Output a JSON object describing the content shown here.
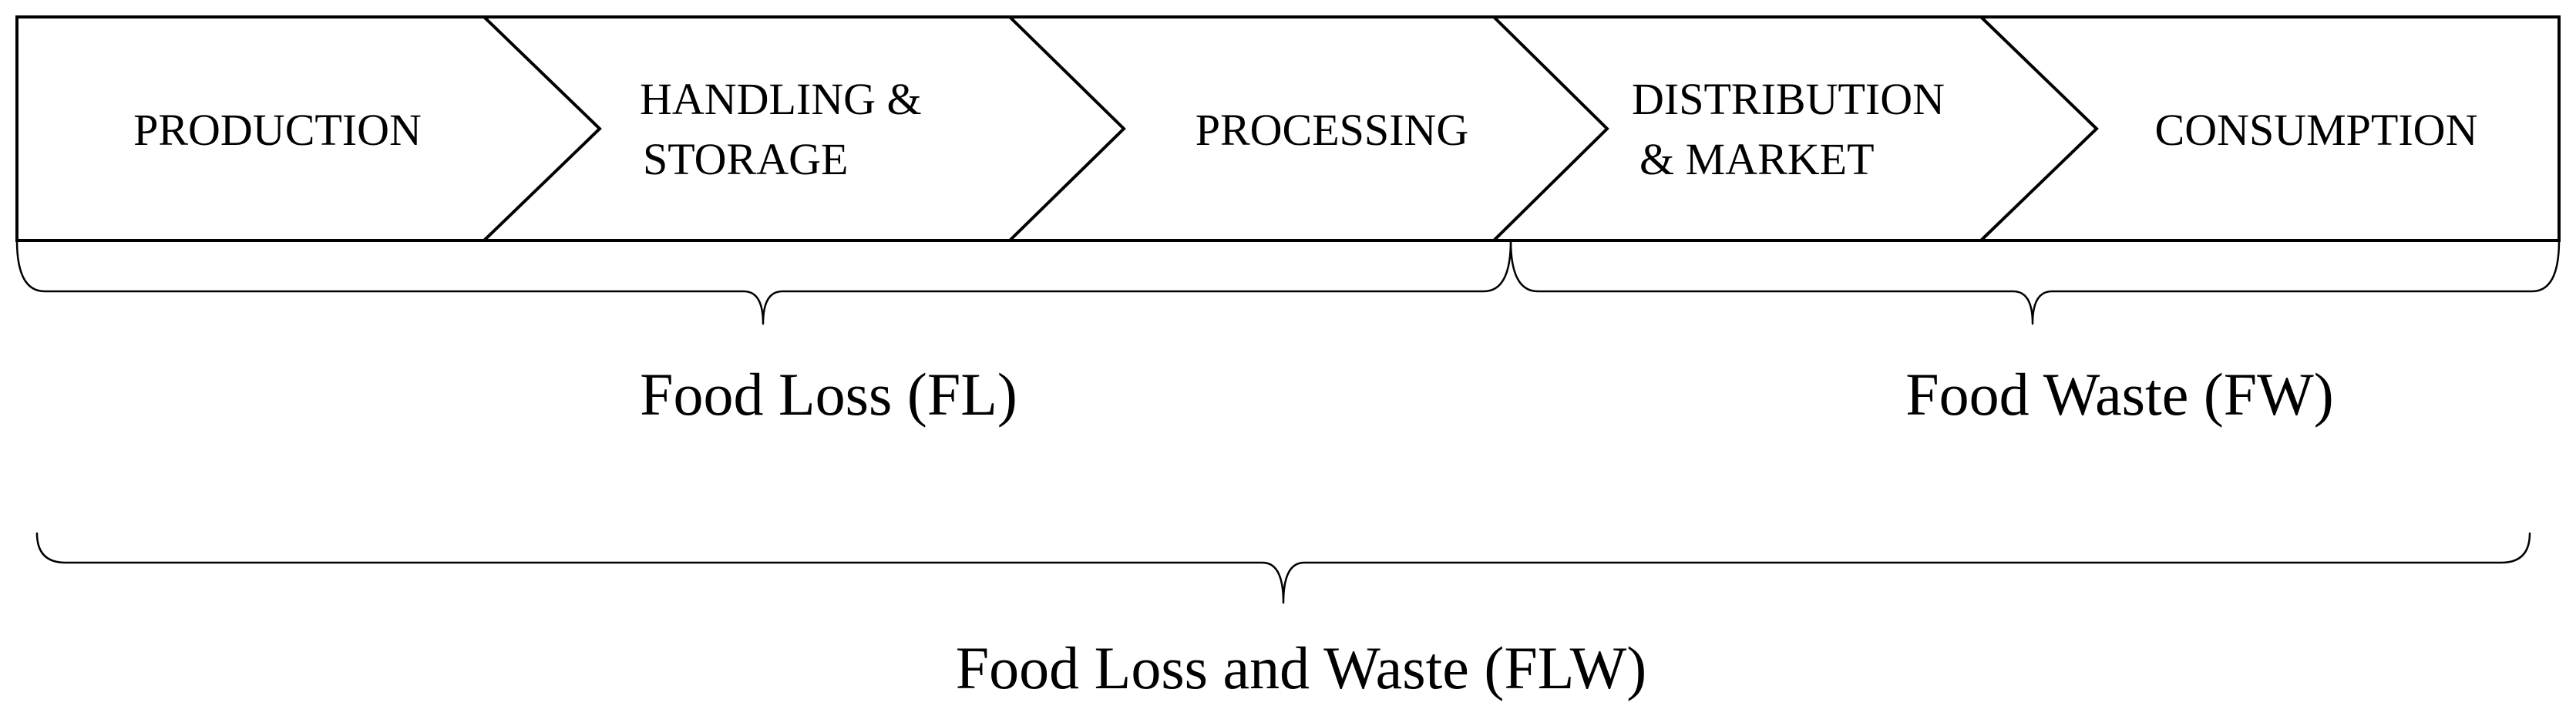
{
  "stages": [
    {
      "lines": [
        "PRODUCTION"
      ]
    },
    {
      "lines": [
        "HANDLING &",
        "STORAGE"
      ]
    },
    {
      "lines": [
        "PROCESSING"
      ]
    },
    {
      "lines": [
        "DISTRIBUTION",
        "& MARKET"
      ]
    },
    {
      "lines": [
        "CONSUMPTION"
      ]
    }
  ],
  "brackets": {
    "food_loss": "Food Loss (FL)",
    "food_waste": "Food Waste (FW)",
    "food_loss_and_waste": "Food Loss and Waste (FLW)"
  },
  "colors": {
    "stroke": "#000000",
    "background": "#ffffff"
  }
}
